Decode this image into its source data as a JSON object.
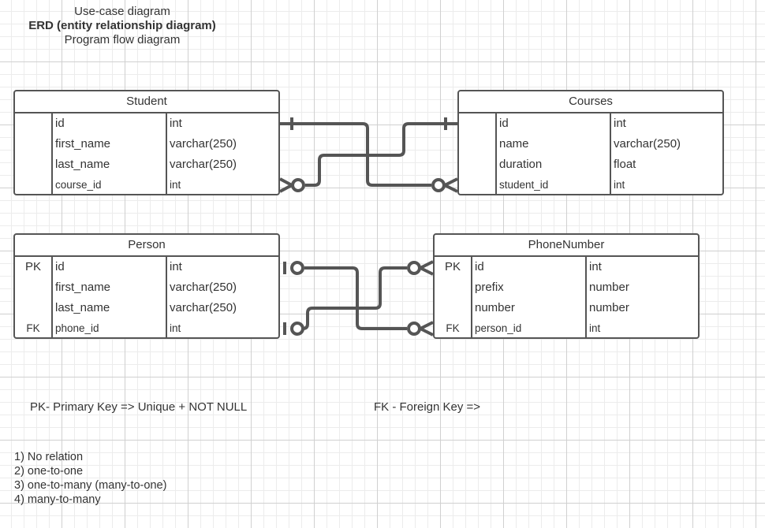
{
  "titles": {
    "line1": "Use-case diagram",
    "line2": "ERD (entity relationship diagram)",
    "line3": "Program flow diagram"
  },
  "entities": {
    "student": {
      "title": "Student",
      "rows": [
        {
          "key": "",
          "name": "id",
          "type": "int"
        },
        {
          "key": "",
          "name": "first_name",
          "type": "varchar(250)"
        },
        {
          "key": "",
          "name": "last_name",
          "type": "varchar(250)"
        },
        {
          "key": "",
          "name": "course_id",
          "type": "int"
        }
      ]
    },
    "courses": {
      "title": "Courses",
      "rows": [
        {
          "key": "",
          "name": "id",
          "type": "int"
        },
        {
          "key": "",
          "name": "name",
          "type": "varchar(250)"
        },
        {
          "key": "",
          "name": "duration",
          "type": "float"
        },
        {
          "key": "",
          "name": "student_id",
          "type": "int"
        }
      ]
    },
    "person": {
      "title": "Person",
      "rows": [
        {
          "key": "PK",
          "name": "id",
          "type": "int"
        },
        {
          "key": "",
          "name": "first_name",
          "type": "varchar(250)"
        },
        {
          "key": "",
          "name": "last_name",
          "type": "varchar(250)"
        },
        {
          "key": "FK",
          "name": "phone_id",
          "type": "int"
        }
      ]
    },
    "phone": {
      "title": "PhoneNumber",
      "rows": [
        {
          "key": "PK",
          "name": "id",
          "type": "int"
        },
        {
          "key": "",
          "name": "prefix",
          "type": "number"
        },
        {
          "key": "",
          "name": "number",
          "type": "number"
        },
        {
          "key": "FK",
          "name": "person_id",
          "type": "int"
        }
      ]
    }
  },
  "notes": {
    "pk": "PK- Primary Key => Unique + NOT NULL",
    "fk": "FK - Foreign Key =>"
  },
  "relations": [
    "1) No relation",
    "2) one-to-one",
    "3) one-to-many (many-to-one)",
    "4) many-to-many"
  ],
  "colors": {
    "line": "#555555",
    "text": "#333333"
  }
}
